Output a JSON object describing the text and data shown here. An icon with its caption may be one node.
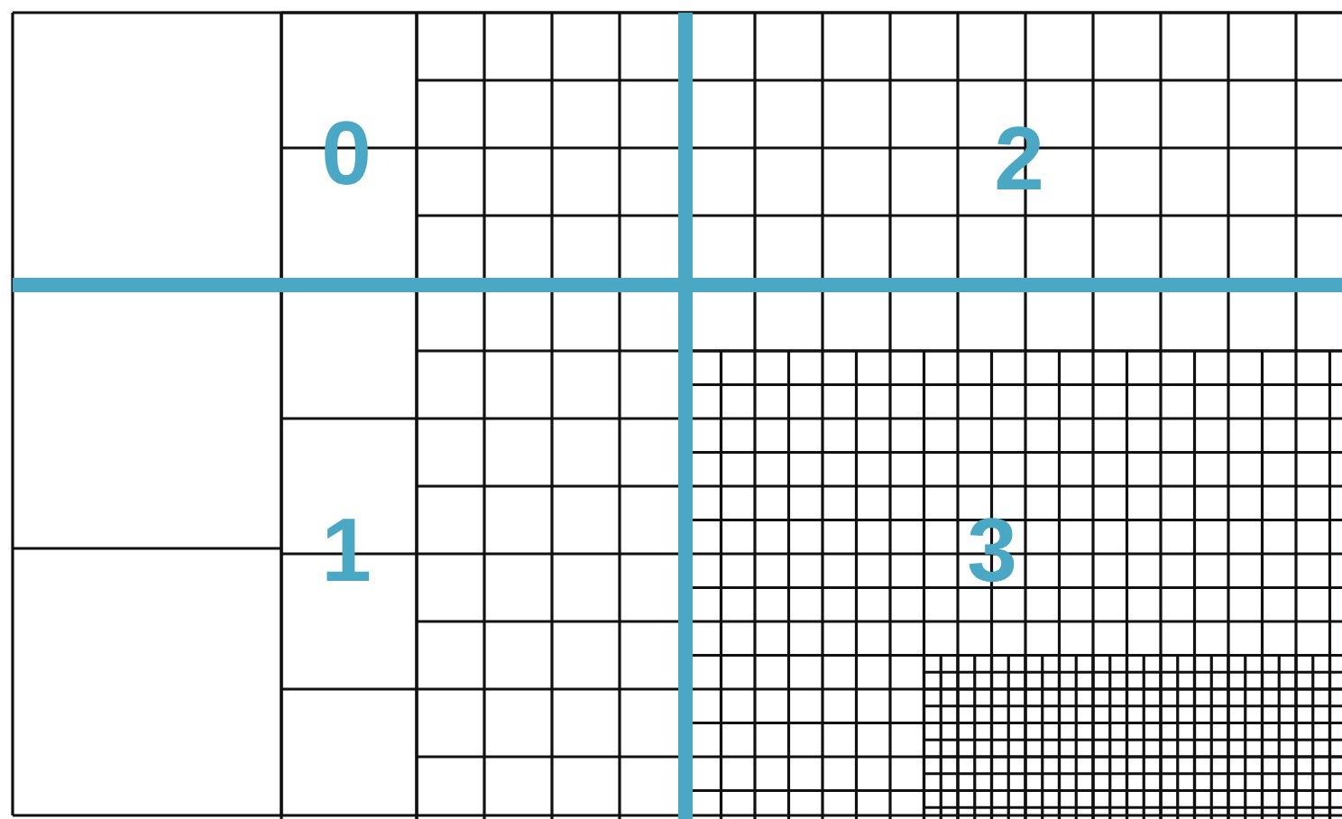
{
  "diagram": {
    "labels": [
      "0",
      "2",
      "1",
      "3"
    ]
  }
}
